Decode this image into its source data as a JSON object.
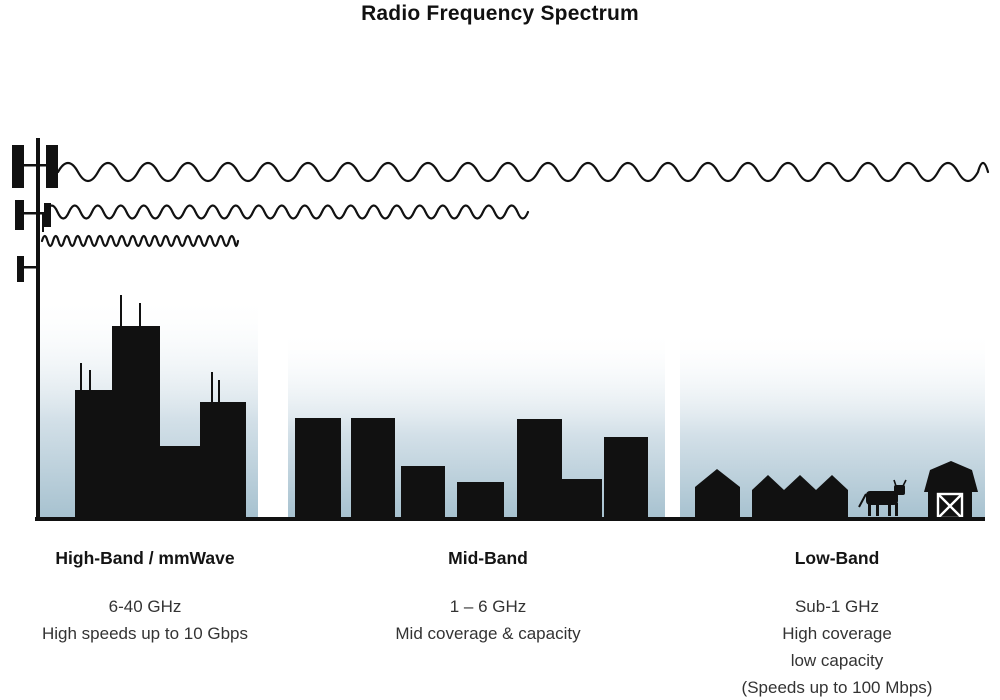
{
  "title": "Radio Frequency Spectrum",
  "bands": [
    {
      "label": "High-Band / mmWave",
      "lines": [
        "6-40 GHz",
        "High speeds up to 10 Gbps"
      ],
      "scene": "dense-city-skyscrapers",
      "wave": "short-wavelength"
    },
    {
      "label": "Mid-Band",
      "lines": [
        "1 – 6 GHz",
        "Mid coverage & capacity"
      ],
      "scene": "mid-rise-buildings",
      "wave": "medium-wavelength"
    },
    {
      "label": "Low-Band",
      "lines": [
        "Sub-1 GHz",
        "High coverage",
        "low capacity",
        "(Speeds up to 100 Mbps)"
      ],
      "scene": "rural-houses-cow-barn",
      "wave": "long-wavelength"
    }
  ],
  "icons": {
    "tower": "cell-tower-icon",
    "waves": [
      "long-wavelength-wave-icon",
      "medium-wavelength-wave-icon",
      "short-wavelength-wave-icon"
    ],
    "rural": [
      "house-icon",
      "cow-icon",
      "barn-icon"
    ]
  },
  "colors": {
    "silhouette": "#111111",
    "sky_top": "#ffffff",
    "sky_bottom": "#a6c1cf",
    "text": "#333333"
  }
}
